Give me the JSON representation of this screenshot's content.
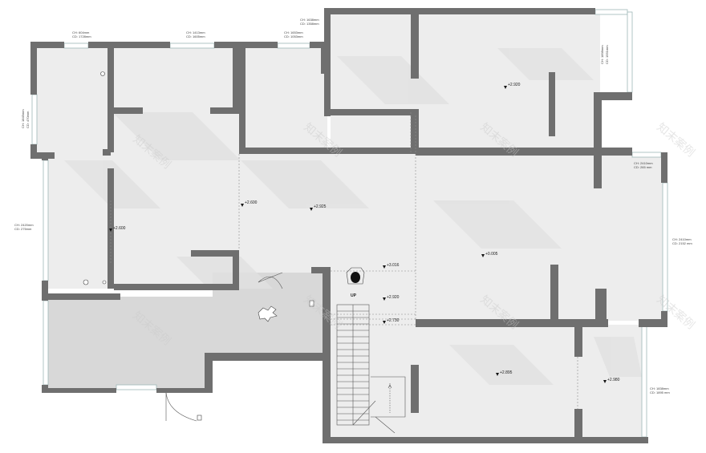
{
  "colors": {
    "wall": "#6f6f6f",
    "floor": "#ececec",
    "floor_dark": "#d7d7d7",
    "shadow": "#e2e2e2",
    "window": "#cfe1e1",
    "text": "#222222"
  },
  "levels": {
    "top_right_room": "+2.920",
    "hall": "+2.925",
    "left_corridor": "+2.600",
    "hall_left_marker": "+2.600",
    "right_large_room": "+0.005",
    "stair_top": "+3.016",
    "stair_mid": "+2.920",
    "stair_low": "+2.730",
    "bottom_mid_room": "+2.895",
    "bottom_right_room": "+2.980"
  },
  "stair_label": "UP",
  "window_dims": {
    "top_left": [
      "CH: 604mm",
      "CD: 1728mm"
    ],
    "top_center": [
      "CH: 1413mm",
      "CD: 1605mm"
    ],
    "top_small": [
      "CH: 1653mm",
      "CD: 1053mm"
    ],
    "top_right": [
      "CH: 1638mm",
      "CD: 1358mm"
    ],
    "right_upper": [
      "CH: 1898mm",
      "CD: 1551mm"
    ],
    "left_upper": [
      "CH: 1845mm",
      "CD: 470mm"
    ],
    "left_mid": [
      "CH: 2420mm",
      "CD: 275mm"
    ],
    "right_mid_top": [
      "CH: 2410mm",
      "CD: 265 mm"
    ],
    "right_mid": [
      "CH: 2410mm",
      "CD: 2152 mm"
    ],
    "bottom_right": [
      "CH: 1838mm",
      "CD: 1895 mm"
    ]
  },
  "watermark": "知末案例"
}
